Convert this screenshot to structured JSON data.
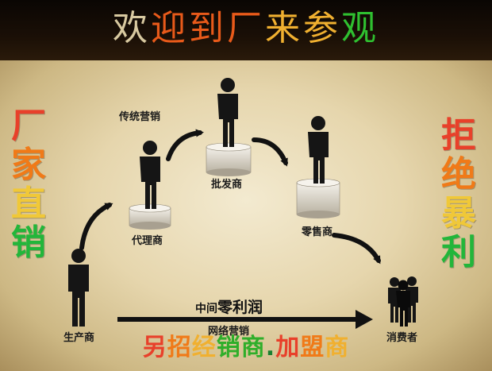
{
  "title": {
    "chars": [
      "欢",
      "迎",
      "到",
      "厂",
      "来",
      "参",
      "观"
    ],
    "colors": [
      "#d8c9a0",
      "#e85a1a",
      "#e85a1a",
      "#e85a1a",
      "#f0b030",
      "#f0b030",
      "#2fc030"
    ]
  },
  "left_side": {
    "chars": [
      "厂",
      "家",
      "直",
      "销"
    ],
    "colors": [
      "#e8402a",
      "#f07a18",
      "#f0c838",
      "#22b63a"
    ]
  },
  "right_side": {
    "chars": [
      "拒",
      "绝",
      "暴",
      "利"
    ],
    "colors": [
      "#e8402a",
      "#f07a18",
      "#f0c838",
      "#22b63a"
    ]
  },
  "labels": {
    "traditional": "传统营销",
    "agent": "代理商",
    "wholesaler": "批发商",
    "retailer": "零售商",
    "producer": "生产商",
    "consumer": "消费者",
    "middleman_profit_a": "中间",
    "middleman_profit_b": "零利润",
    "online": "网络营销"
  },
  "bottom": {
    "chars": [
      "另",
      "招",
      "经",
      "销",
      "商",
      ".",
      "加",
      "盟",
      "商"
    ],
    "colors": [
      "#e8402a",
      "#f07a18",
      "#f0b030",
      "#2fae2a",
      "#2fae2a",
      "#1a8030",
      "#e8402a",
      "#f07a18",
      "#f0b030"
    ]
  }
}
